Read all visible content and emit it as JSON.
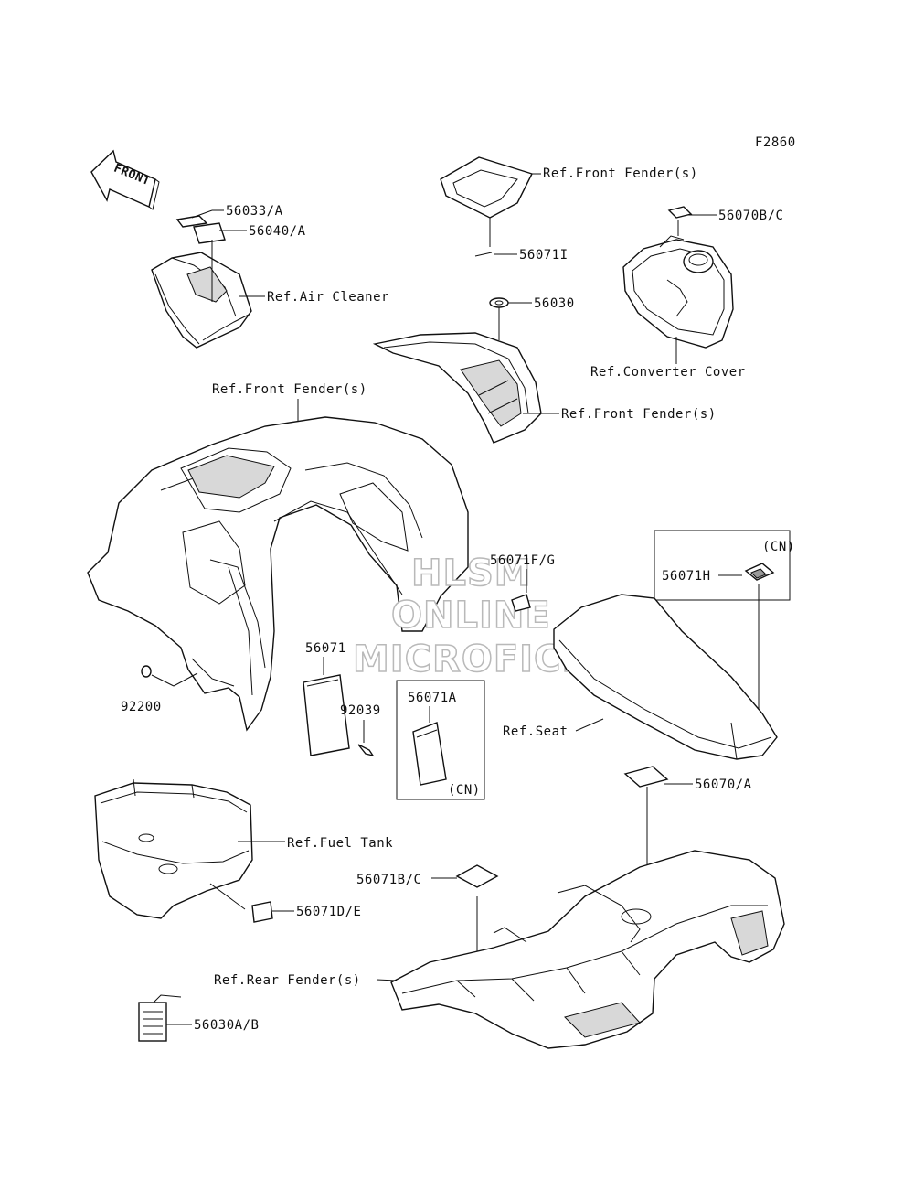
{
  "figure_code": "F2860",
  "front_arrow": "FRONT",
  "watermark": [
    "HLSM",
    "ONLINE",
    "MICROFICHE"
  ],
  "callouts": {
    "p56033a": "56033/A",
    "p56040a": "56040/A",
    "ref_air_cleaner": "Ref.Air Cleaner",
    "ref_front_fender_top": "Ref.Front Fender(s)",
    "p56071i": "56071I",
    "p56030": "56030",
    "p56070bc": "56070B/C",
    "ref_converter_cover": "Ref.Converter Cover",
    "ref_front_fender_mid": "Ref.Front Fender(s)",
    "ref_front_fender_main": "Ref.Front Fender(s)",
    "p56071fg": "56071F/G",
    "cn_top": "(CN)",
    "p56071h": "56071H",
    "p56071": "56071",
    "p92200": "92200",
    "p92039": "92039",
    "p56071a": "56071A",
    "cn_bottom": "(CN)",
    "ref_seat": "Ref.Seat",
    "p56070a": "56070/A",
    "ref_fuel_tank": "Ref.Fuel Tank",
    "p56071bc": "56071B/C",
    "p56071de": "56071D/E",
    "ref_rear_fender": "Ref.Rear Fender(s)",
    "p56030ab": "56030A/B"
  }
}
